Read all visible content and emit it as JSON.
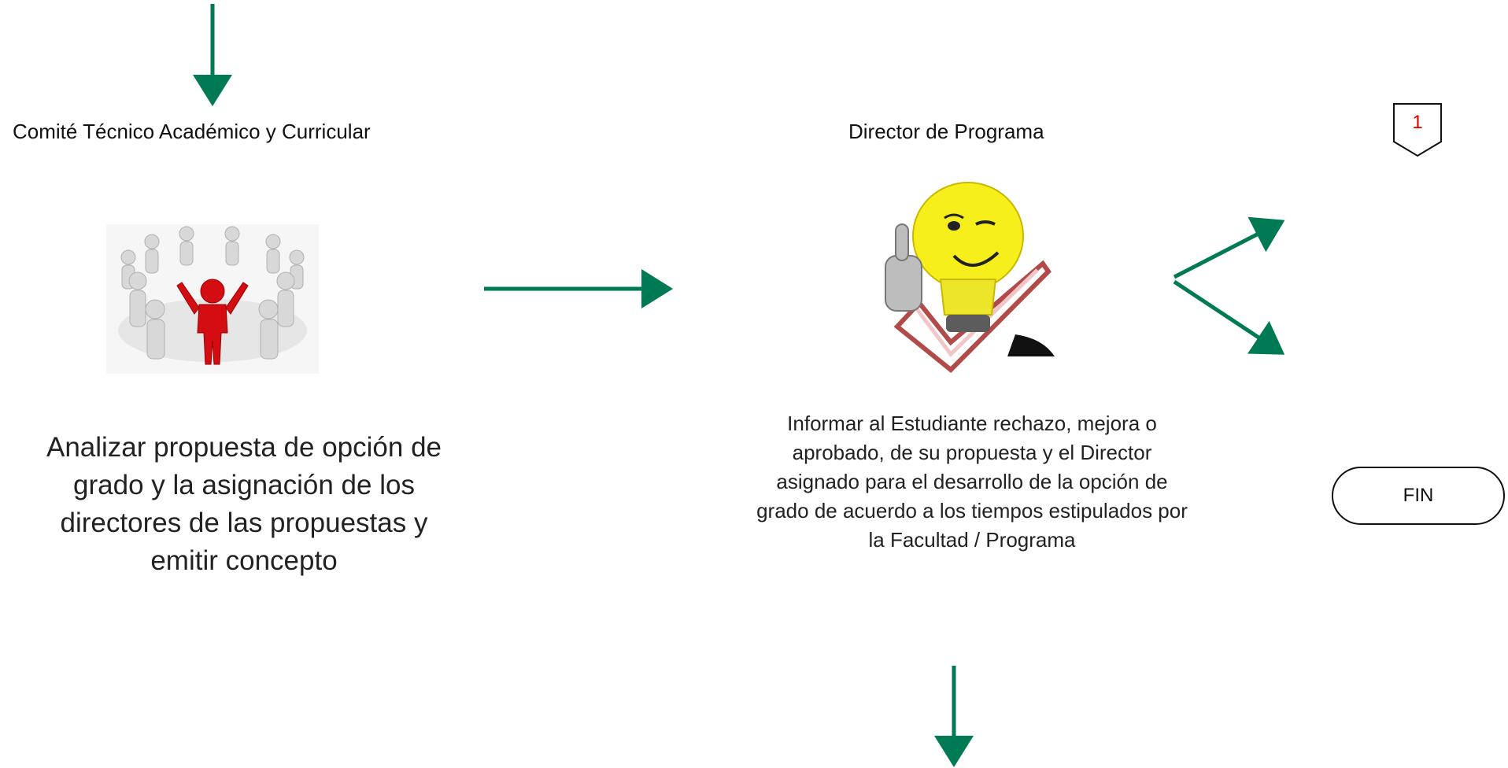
{
  "diagram": {
    "colors": {
      "arrow": "#007a54",
      "text": "#222222",
      "connector_text": "#e00000",
      "border": "#111111"
    },
    "left_step": {
      "role": "Comité Técnico Académico y Curricular",
      "task": "Analizar propuesta de opción de grado y la asignación de los directores de las propuestas y emitir concepto",
      "illustration_icon": "team-circle-icon"
    },
    "right_step": {
      "role": "Director de Programa",
      "task": "Informar al Estudiante rechazo, mejora o aprobado, de su propuesta y el Director asignado para el desarrollo de la opción de grado de acuerdo a los tiempos estipulados por la Facultad / Programa",
      "illustration_icon": "lightbulb-thumbs-up-icon"
    },
    "connector": {
      "label": "1",
      "icon": "off-page-connector-icon"
    },
    "end": {
      "label": "FIN",
      "icon": "terminator-icon"
    }
  }
}
